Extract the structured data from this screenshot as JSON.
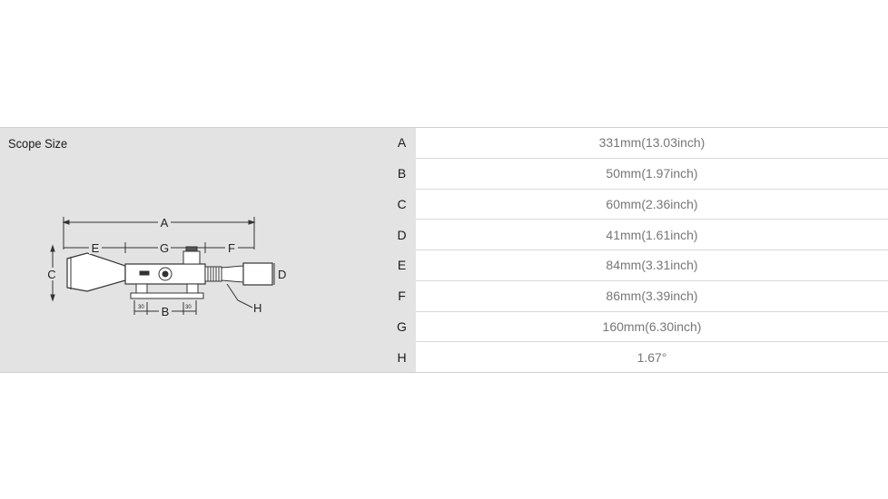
{
  "spec": {
    "title": "Scope Size",
    "rows": [
      {
        "key": "A",
        "value": "331mm(13.03inch)"
      },
      {
        "key": "B",
        "value": "50mm(1.97inch)"
      },
      {
        "key": "C",
        "value": "60mm(2.36inch)"
      },
      {
        "key": "D",
        "value": "41mm(1.61inch)"
      },
      {
        "key": "E",
        "value": "84mm(3.31inch)"
      },
      {
        "key": "F",
        "value": "86mm(3.39inch)"
      },
      {
        "key": "G",
        "value": "160mm(6.30inch)"
      },
      {
        "key": "H",
        "value": "1.67°"
      }
    ]
  },
  "diagram": {
    "labels": {
      "a": "A",
      "b": "B",
      "c": "C",
      "d": "D",
      "e": "E",
      "f": "F",
      "g": "G",
      "h": "H"
    },
    "ring_mark": "30"
  }
}
